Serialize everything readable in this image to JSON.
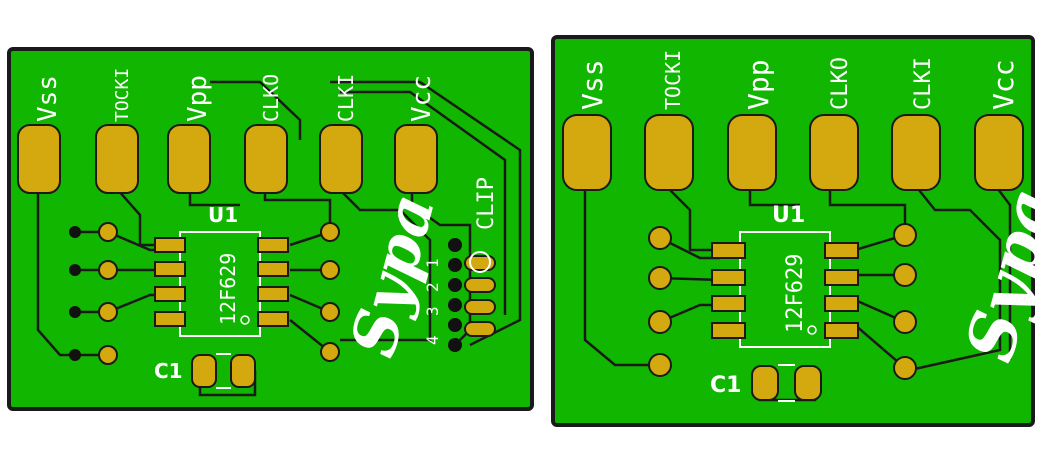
{
  "colors": {
    "board": "#10b600",
    "outline": "#1a1a1a",
    "pad": "#d4a80f",
    "silkscreen": "#ffffff"
  },
  "boards": [
    {
      "pins": [
        "Vss",
        "TOCKI",
        "Vpp",
        "CLKO",
        "CLKI",
        "Vcc"
      ],
      "ic_ref": "U1",
      "ic_value": "12F629",
      "cap_ref": "C1",
      "clip_label": "CLIP",
      "clip_pins": [
        "4",
        "3",
        "2",
        "1"
      ],
      "logo": "Sypa"
    },
    {
      "pins": [
        "Vss",
        "TOCKI",
        "Vpp",
        "CLKO",
        "CLKI",
        "Vcc"
      ],
      "ic_ref": "U1",
      "ic_value": "12F629",
      "cap_ref": "C1",
      "logo": "Sypa"
    }
  ]
}
